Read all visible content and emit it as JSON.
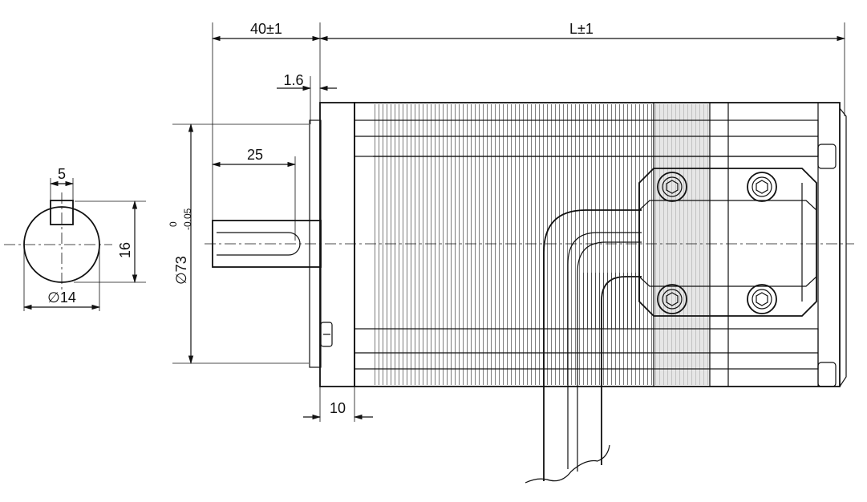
{
  "dimensions": {
    "shaft_length": "40±1",
    "body_length": "L±1",
    "flange_offset": "1.6",
    "key_length": "25",
    "flange_thickness": "10",
    "key_width": "5",
    "key_height": "16",
    "shaft_diameter": "∅14",
    "pilot_diameter_main": "∅73",
    "pilot_tol_upper": "0",
    "pilot_tol_lower": "-0.05"
  }
}
